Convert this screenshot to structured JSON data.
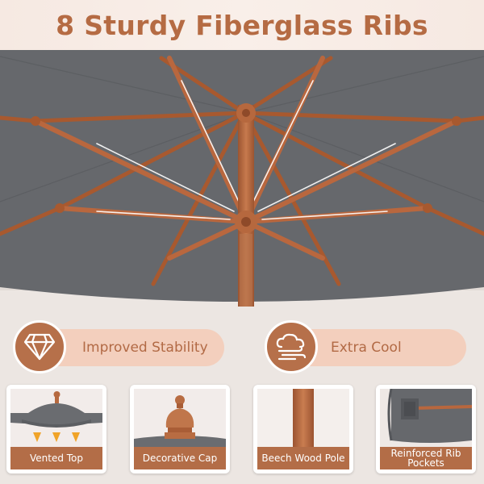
{
  "title": "8 Sturdy Fiberglass Ribs",
  "features": [
    {
      "label": "Improved Stability",
      "icon": "diamond-icon"
    },
    {
      "label": "Extra Cool",
      "icon": "cloud-wind-icon"
    }
  ],
  "details": [
    {
      "caption": "Vented Top"
    },
    {
      "caption": "Decorative Cap"
    },
    {
      "caption": "Beech Wood Pole"
    },
    {
      "caption": "Reinforced Rib Pockets"
    }
  ],
  "colors": {
    "canopy": "#686a6e",
    "wood": "#b8683f",
    "accent": "#b6704a",
    "pill": "#f3cfbd",
    "title": "#b56b43"
  }
}
